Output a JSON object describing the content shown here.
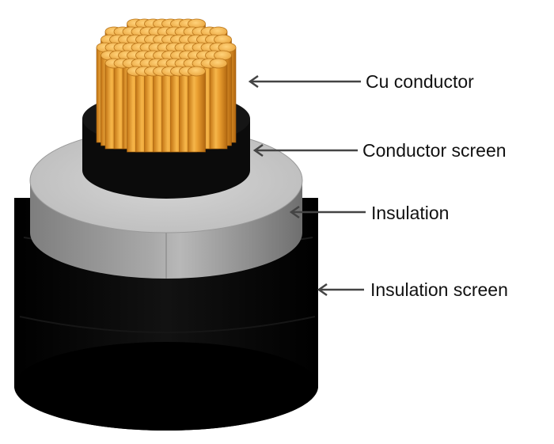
{
  "labels": {
    "cu_conductor": "Cu conductor",
    "conductor_screen": "Conductor screen",
    "insulation": "Insulation",
    "insulation_screen": "Insulation screen"
  },
  "colors": {
    "copper_light": "#f7b84a",
    "copper_mid": "#e79a2c",
    "copper_dark": "#b86a12",
    "conductor_screen": "#0d0d0d",
    "insulation_top": "#c9c9c9",
    "insulation_side": "#9a9a9a",
    "insulation_screen": "#050505",
    "arrow": "#444444",
    "text": "#111111"
  },
  "icons": {
    "arrow": "left-arrow-icon"
  }
}
